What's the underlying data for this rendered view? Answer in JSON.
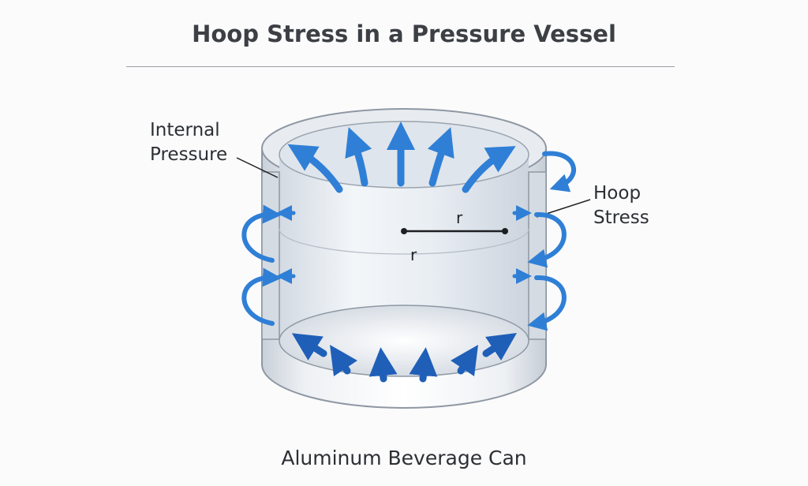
{
  "title": "Hoop Stress in a Pressure Vessel",
  "labels": {
    "internal_pressure_line1": "Internal",
    "internal_pressure_line2": "Pressure",
    "hoop_stress_line1": "Hoop",
    "hoop_stress_line2": "Stress",
    "radius_top": "r",
    "radius_bottom": "r"
  },
  "caption": "Aluminum Beverage Can",
  "colors": {
    "arrow_blue": "#2f7fd6",
    "arrow_dark_blue": "#1f5fb8",
    "wall_grey": "#dfe4ea"
  }
}
